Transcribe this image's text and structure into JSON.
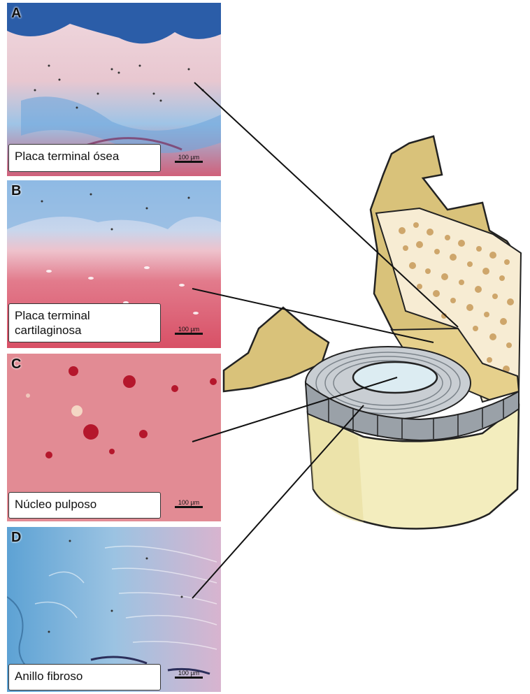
{
  "panels": [
    {
      "letter": "A",
      "label_lines": [
        "Placa terminal ósea"
      ],
      "scale": "100 µm"
    },
    {
      "letter": "B",
      "label_lines": [
        "Placa terminal",
        "cartilaginosa"
      ],
      "scale": "100 µm"
    },
    {
      "letter": "C",
      "label_lines": [
        "Núcleo pulposo"
      ],
      "scale": "100 µm"
    },
    {
      "letter": "D",
      "label_lines": [
        "Anillo fibroso"
      ],
      "scale": "100 µm"
    }
  ],
  "colors": {
    "bone": "#d9c27a",
    "bone_dark": "#b89c48",
    "vertebral_body": "#f3edbe",
    "endplate": "#e6d08c",
    "annulus": "#c9ced3",
    "nucleus": "#dcecf2",
    "stain_blue": "#4f8fcf",
    "stain_pink": "#e6a9b4",
    "stain_red": "#d84a5c"
  }
}
